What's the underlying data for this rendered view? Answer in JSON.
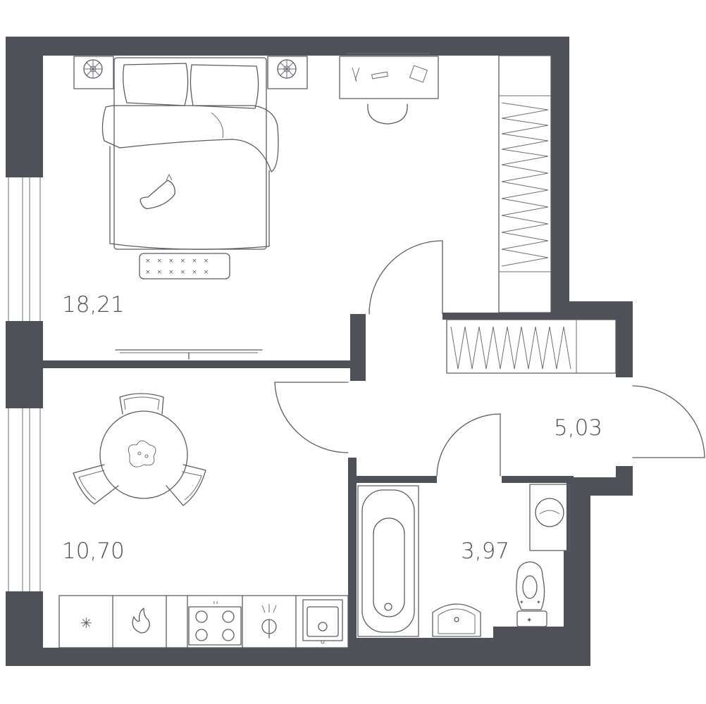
{
  "plan": {
    "rooms": [
      {
        "id": "bedroom",
        "area": "18,21"
      },
      {
        "id": "kitchen",
        "area": "10,70"
      },
      {
        "id": "hall",
        "area": "5,03"
      },
      {
        "id": "bathroom",
        "area": "3,97"
      }
    ],
    "colors": {
      "wall": "#4f5158",
      "line": "#5a5c63",
      "background": "#ffffff"
    },
    "icons": {
      "fridge": "snowflake-icon",
      "gas": "flame-icon"
    }
  }
}
